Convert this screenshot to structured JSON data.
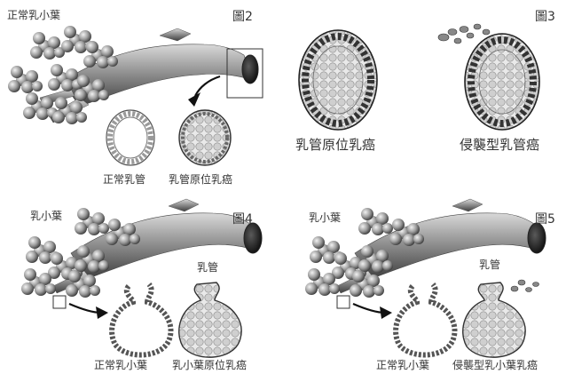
{
  "panels": [
    {
      "figure": "圖2",
      "labels": {
        "top": "正常乳小葉",
        "left_cell": "正常乳管",
        "right_cell": "乳管原位乳癌"
      }
    },
    {
      "figure": "圖3",
      "labels": {
        "left": "乳管原位乳癌",
        "right": "侵襲型乳管癌"
      }
    },
    {
      "figure": "圖4",
      "labels": {
        "lobule": "乳小葉",
        "duct": "乳管",
        "left_cell": "正常乳小葉",
        "right_cell": "乳小葉原位乳癌"
      }
    },
    {
      "figure": "圖5",
      "labels": {
        "lobule": "乳小葉",
        "duct": "乳管",
        "left_cell": "正常乳小葉",
        "right_cell": "侵襲型乳小葉乳癌"
      }
    }
  ]
}
